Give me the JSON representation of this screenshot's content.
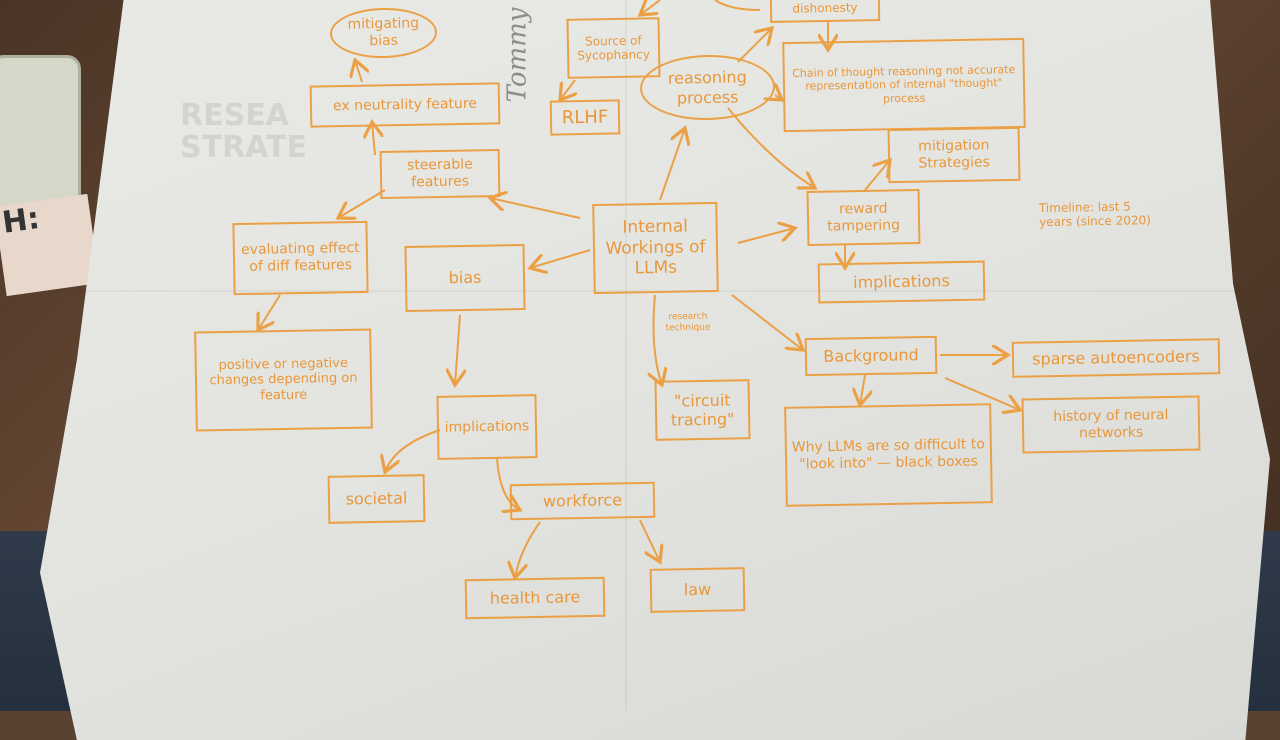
{
  "photo": {
    "paper_color": "#e6e7e3",
    "ink_color": "#e9973a",
    "pencil_signature": "Tommy",
    "background_poster_text": [
      "RESEA",
      "STRATE"
    ],
    "book_spine_text": "H:"
  },
  "mindmap": {
    "center": "Internal Workings of LLMs",
    "annotation_research": "research technique",
    "nodes": {
      "mitigating_bias": "mitigating bias",
      "ex_neutrality": "ex neutrality feature",
      "steerable": "steerable features",
      "evaluating": "evaluating effect of diff features",
      "positive_negative": "positive or negative changes depending on feature",
      "bias": "bias",
      "implications_left": "implications",
      "societal": "societal",
      "workforce": "workforce",
      "health_care": "health care",
      "law": "law",
      "circuit_tracing": "\"circuit tracing\"",
      "source_sycophancy": "Source of Sycophancy",
      "rlhf": "RLHF",
      "reasoning_process": "reasoning process",
      "dishonesty": "dishonesty",
      "chain_of_thought": "Chain of thought reasoning not accurate representation of internal \"thought\" process",
      "mitigation_strategies": "mitigation Strategies",
      "reward_tampering": "reward tampering",
      "implications_right": "implications",
      "timeline": "Timeline: last 5 years (since 2020)",
      "background": "Background",
      "sparse_autoencoders": "sparse autoencoders",
      "history_nn": "history of neural networks",
      "why_llms": "Why LLMs are so difficult to \"look into\" — black boxes"
    }
  }
}
